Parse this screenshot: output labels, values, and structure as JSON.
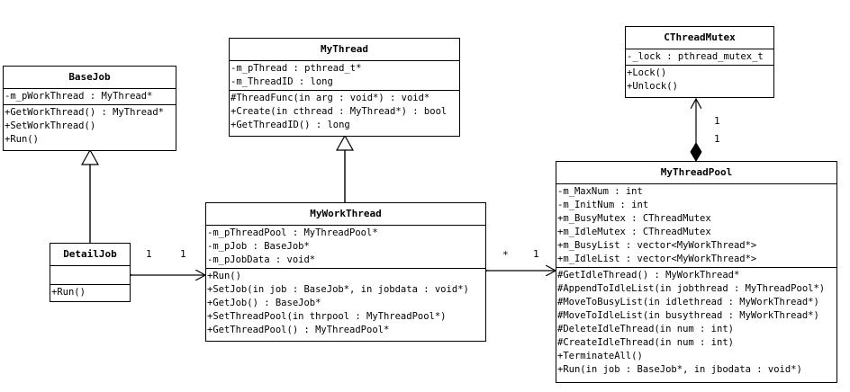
{
  "classes": {
    "basejob": {
      "name": "BaseJob",
      "attributes": [
        "-m_pWorkThread : MyThread*"
      ],
      "operations": [
        "+GetWorkThread() : MyThread*",
        "+SetWorkThread()",
        "+Run()"
      ]
    },
    "mythread": {
      "name": "MyThread",
      "attributes": [
        "-m_pThread : pthread_t*",
        "-m_ThreadID : long"
      ],
      "operations": [
        "#ThreadFunc(in arg : void*) : void*",
        "+Create(in cthread : MyThread*) : bool",
        "+GetThreadID() : long"
      ]
    },
    "cthreadmutex": {
      "name": "CThreadMutex",
      "attributes": [
        "-_lock : pthread_mutex_t"
      ],
      "operations": [
        "+Lock()",
        "+Unlock()"
      ]
    },
    "detailjob": {
      "name": "DetailJob",
      "attributes": [],
      "operations": [
        "+Run()"
      ]
    },
    "myworkthread": {
      "name": "MyWorkThread",
      "attributes": [
        "-m_pThreadPool : MyThreadPool*",
        "-m_pJob : BaseJob*",
        "-m_pJobData : void*"
      ],
      "operations": [
        "+Run()",
        "+SetJob(in job : BaseJob*, in jobdata : void*)",
        "+GetJob() : BaseJob*",
        "+SetThreadPool(in thrpool : MyThreadPool*)",
        "+GetThreadPool() : MyThreadPool*"
      ]
    },
    "mythreadpool": {
      "name": "MyThreadPool",
      "attributes": [
        "-m_MaxNum : int",
        "-m_InitNum : int",
        "+m_BusyMutex : CThreadMutex",
        "+m_IdleMutex : CThreadMutex",
        "+m_BusyList : vector<MyWorkThread*>",
        "+m_IdleList : vector<MyWorkThread*>"
      ],
      "operations": [
        "#GetIdleThread() : MyWorkThread*",
        "#AppendToIdleList(in jobthread : MyThreadPool*)",
        "#MoveToBusyList(in idlethread : MyWorkThread*)",
        "#MoveToIdleList(in busythread : MyWorkThread*)",
        "#DeleteIdleThread(in num : int)",
        "#CreateIdleThread(in num : int)",
        "+TerminateAll()",
        "+Run(in job : BaseJob*, in jbodata : void*)"
      ]
    }
  },
  "multiplicities": {
    "detail_left": "1",
    "detail_right": "1",
    "pool_left": "*",
    "pool_right": "1",
    "mutex_top": "1",
    "mutex_bottom": "1"
  }
}
